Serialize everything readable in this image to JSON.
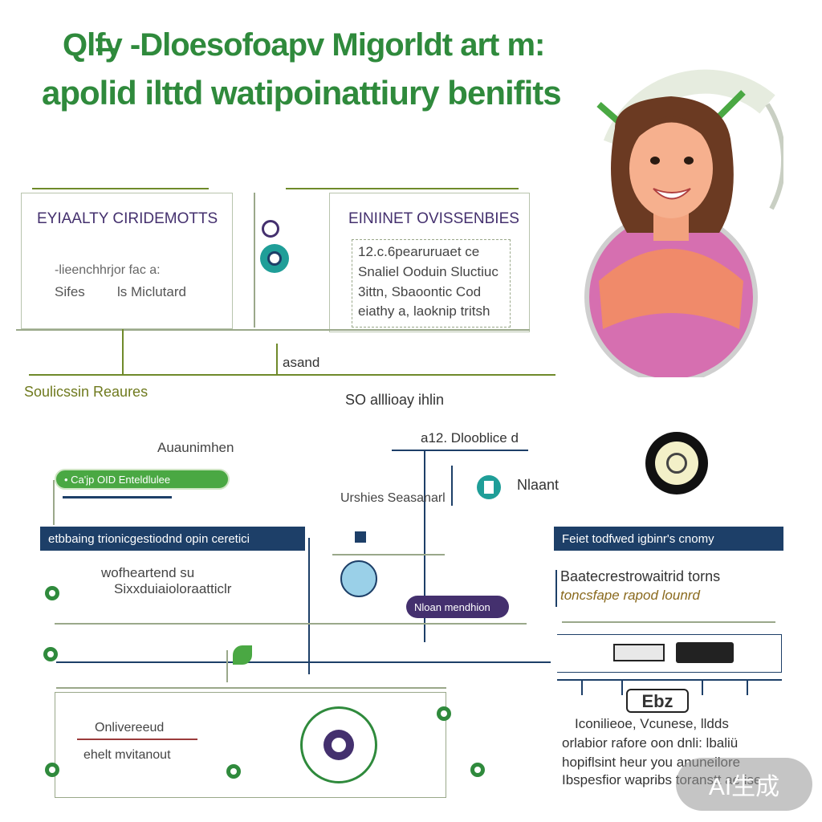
{
  "header": {
    "title_line1": "Qlf̶y -Dloesofoapv Migorldt art m:",
    "title_line2": "apolid ilttd watipoinattiury benifits"
  },
  "panel_left": {
    "title": "EYIAALTY CIRIDEMOTTS",
    "line1": "-lieenchhrjor fac a:",
    "line2a": "Sifes",
    "line2b": "ls Miclutard"
  },
  "panel_right": {
    "title": "EINIINET OVISSENBIES",
    "lines": [
      "12.c.6pearuruaet ce",
      "Snaliel Ooduin Sluctiuc",
      "3ittn, Sbaoontic Cod",
      "eiathy a, laoknip tritsh"
    ]
  },
  "connector": {
    "stand_label": "asand",
    "resources_label": "Soulicssin Reaures",
    "center_label": "SO alllioay ihlin"
  },
  "middle": {
    "left_label": "Auaunimhen",
    "pill_label": "• Ca'jp OID Enteldlulee",
    "top_label": "a12. Dlooblice d",
    "brand_label": "Nlaant",
    "left_mid_label": "Urshies Seasanarl",
    "badge_label": "Nloan mendhion"
  },
  "lower_left": {
    "banner": "etbbaing trionicgestiodnd opin ceretici",
    "line1": "wofheartend su",
    "line2": "Sixxduiaioloraatticlr",
    "box_line1": "Onlivereeud",
    "box_line2": "ehelt mvitanout"
  },
  "lower_right": {
    "banner": "Feiet todfwed igbinr's cnomy",
    "line1": "Baatecrestrowaitrid torns",
    "line2": "toncsfape rapod lounrd",
    "code": "Ebz",
    "lines": [
      "Iconilieoe, Vcunese, lldds",
      "orlabior rafore oon dnli: lbaliü",
      "hopiflsint heur you anuneilore",
      "Ibspesfior wapribs toranstt ae ise"
    ]
  },
  "watermark": {
    "label": "AI生成"
  },
  "colors": {
    "green": "#2f8a3c",
    "olive": "#6f8a2a",
    "navy": "#1d3f68",
    "purple": "#44306e",
    "teal": "#1f9e98"
  },
  "icons": [
    "gear-badge-icon",
    "link-node-icon",
    "drop-node-icon",
    "flask-icon",
    "chip-icon",
    "storage-icon",
    "target-icon",
    "avatar-illustration"
  ]
}
